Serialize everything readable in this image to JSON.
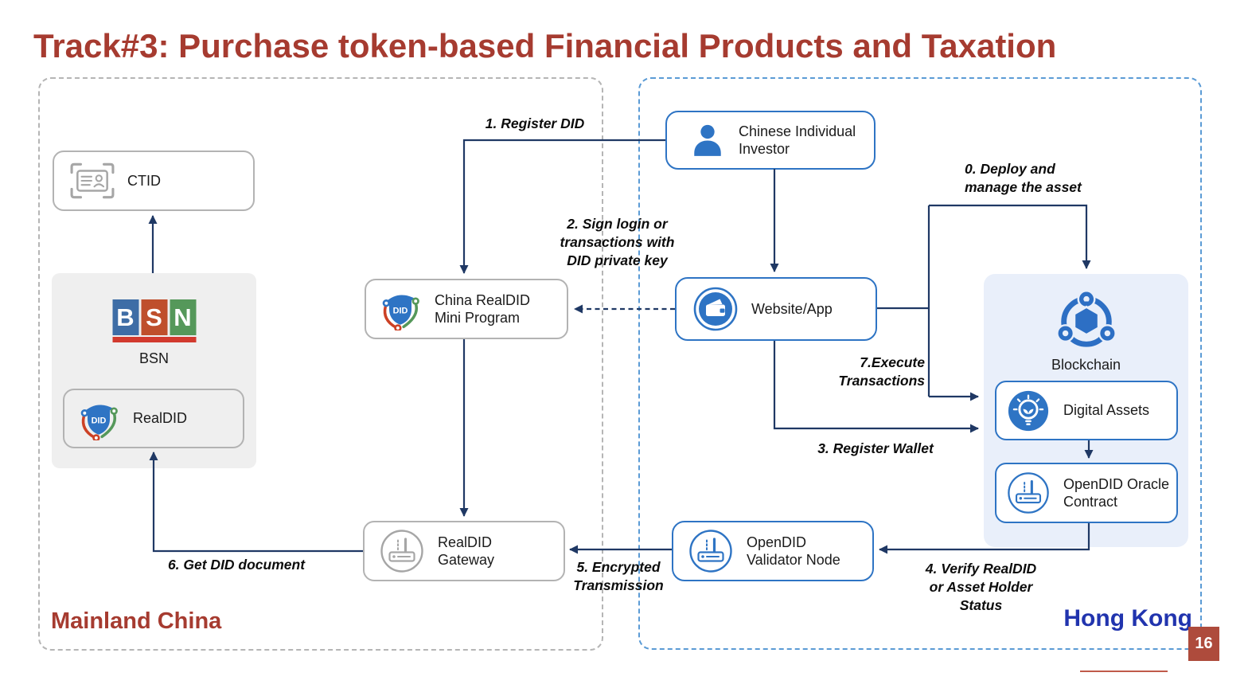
{
  "slide": {
    "title": "Track#3: Purchase token-based Financial Products and Taxation",
    "page_number": "16"
  },
  "regions": {
    "mainland": {
      "label": "Mainland China"
    },
    "hong_kong": {
      "label": "Hong Kong"
    }
  },
  "nodes": {
    "ctid": {
      "label": "CTID",
      "icon": "id-card-scan-icon"
    },
    "bsn": {
      "label": "BSN",
      "logo": [
        "B",
        "S",
        "N"
      ],
      "icon": "bsn-logo"
    },
    "realdid": {
      "label": "RealDID",
      "icon": "did-shield-icon"
    },
    "mini_program": {
      "label": "China RealDID\nMini Program",
      "icon": "did-shield-icon"
    },
    "investor": {
      "label": "Chinese Individual\nInvestor",
      "icon": "person-icon"
    },
    "website_app": {
      "label": "Website/App",
      "icon": "wallet-icon"
    },
    "blockchain": {
      "label": "Blockchain",
      "icon": "blockchain-network-icon"
    },
    "digital_assets": {
      "label": "Digital Assets",
      "icon": "lightbulb-icon"
    },
    "oracle_contract": {
      "label": "OpenDID Oracle\nContract",
      "icon": "router-icon"
    },
    "validator_node": {
      "label": "OpenDID\nValidator Node",
      "icon": "router-icon"
    },
    "gateway": {
      "label": "RealDID\nGateway",
      "icon": "router-icon"
    }
  },
  "edges": {
    "register_did": {
      "label": "1. Register DID"
    },
    "sign_login": {
      "label": "2. Sign login or\ntransactions with\nDID private key"
    },
    "deploy_asset": {
      "label": "0. Deploy and\nmanage the asset"
    },
    "execute_transactions": {
      "label": "7.Execute\nTransactions"
    },
    "register_wallet": {
      "label": "3. Register Wallet"
    },
    "verify_realdid": {
      "label": "4. Verify RealDID\nor Asset Holder\nStatus"
    },
    "encrypted_transmission": {
      "label": "5. Encrypted\nTransmission"
    },
    "get_did_document": {
      "label": "6. Get DID document"
    }
  },
  "colors": {
    "title_red": "#A63B30",
    "mainland_label_red": "#A63B30",
    "hong_kong_label_blue": "#2134AE",
    "arrow_navy": "#1F3864",
    "node_border_blue": "#2E74C4",
    "node_border_gray": "#B3B3B3",
    "icon_blue": "#2E74C4",
    "icon_gray": "#A6A6A6",
    "blockchain_panel_bg": "#E9EFFA",
    "bsn_panel_bg": "#EFEFEF",
    "hk_border_blue": "#5B9BD5",
    "mainland_border_gray": "#B5B5B5",
    "page_badge_bg": "#AE4B3C",
    "bsn_logo_blue": "#3E6DA6",
    "bsn_logo_orange": "#BF4F2C",
    "bsn_logo_green": "#55985A",
    "bsn_logo_underline": "#D23A2E"
  }
}
